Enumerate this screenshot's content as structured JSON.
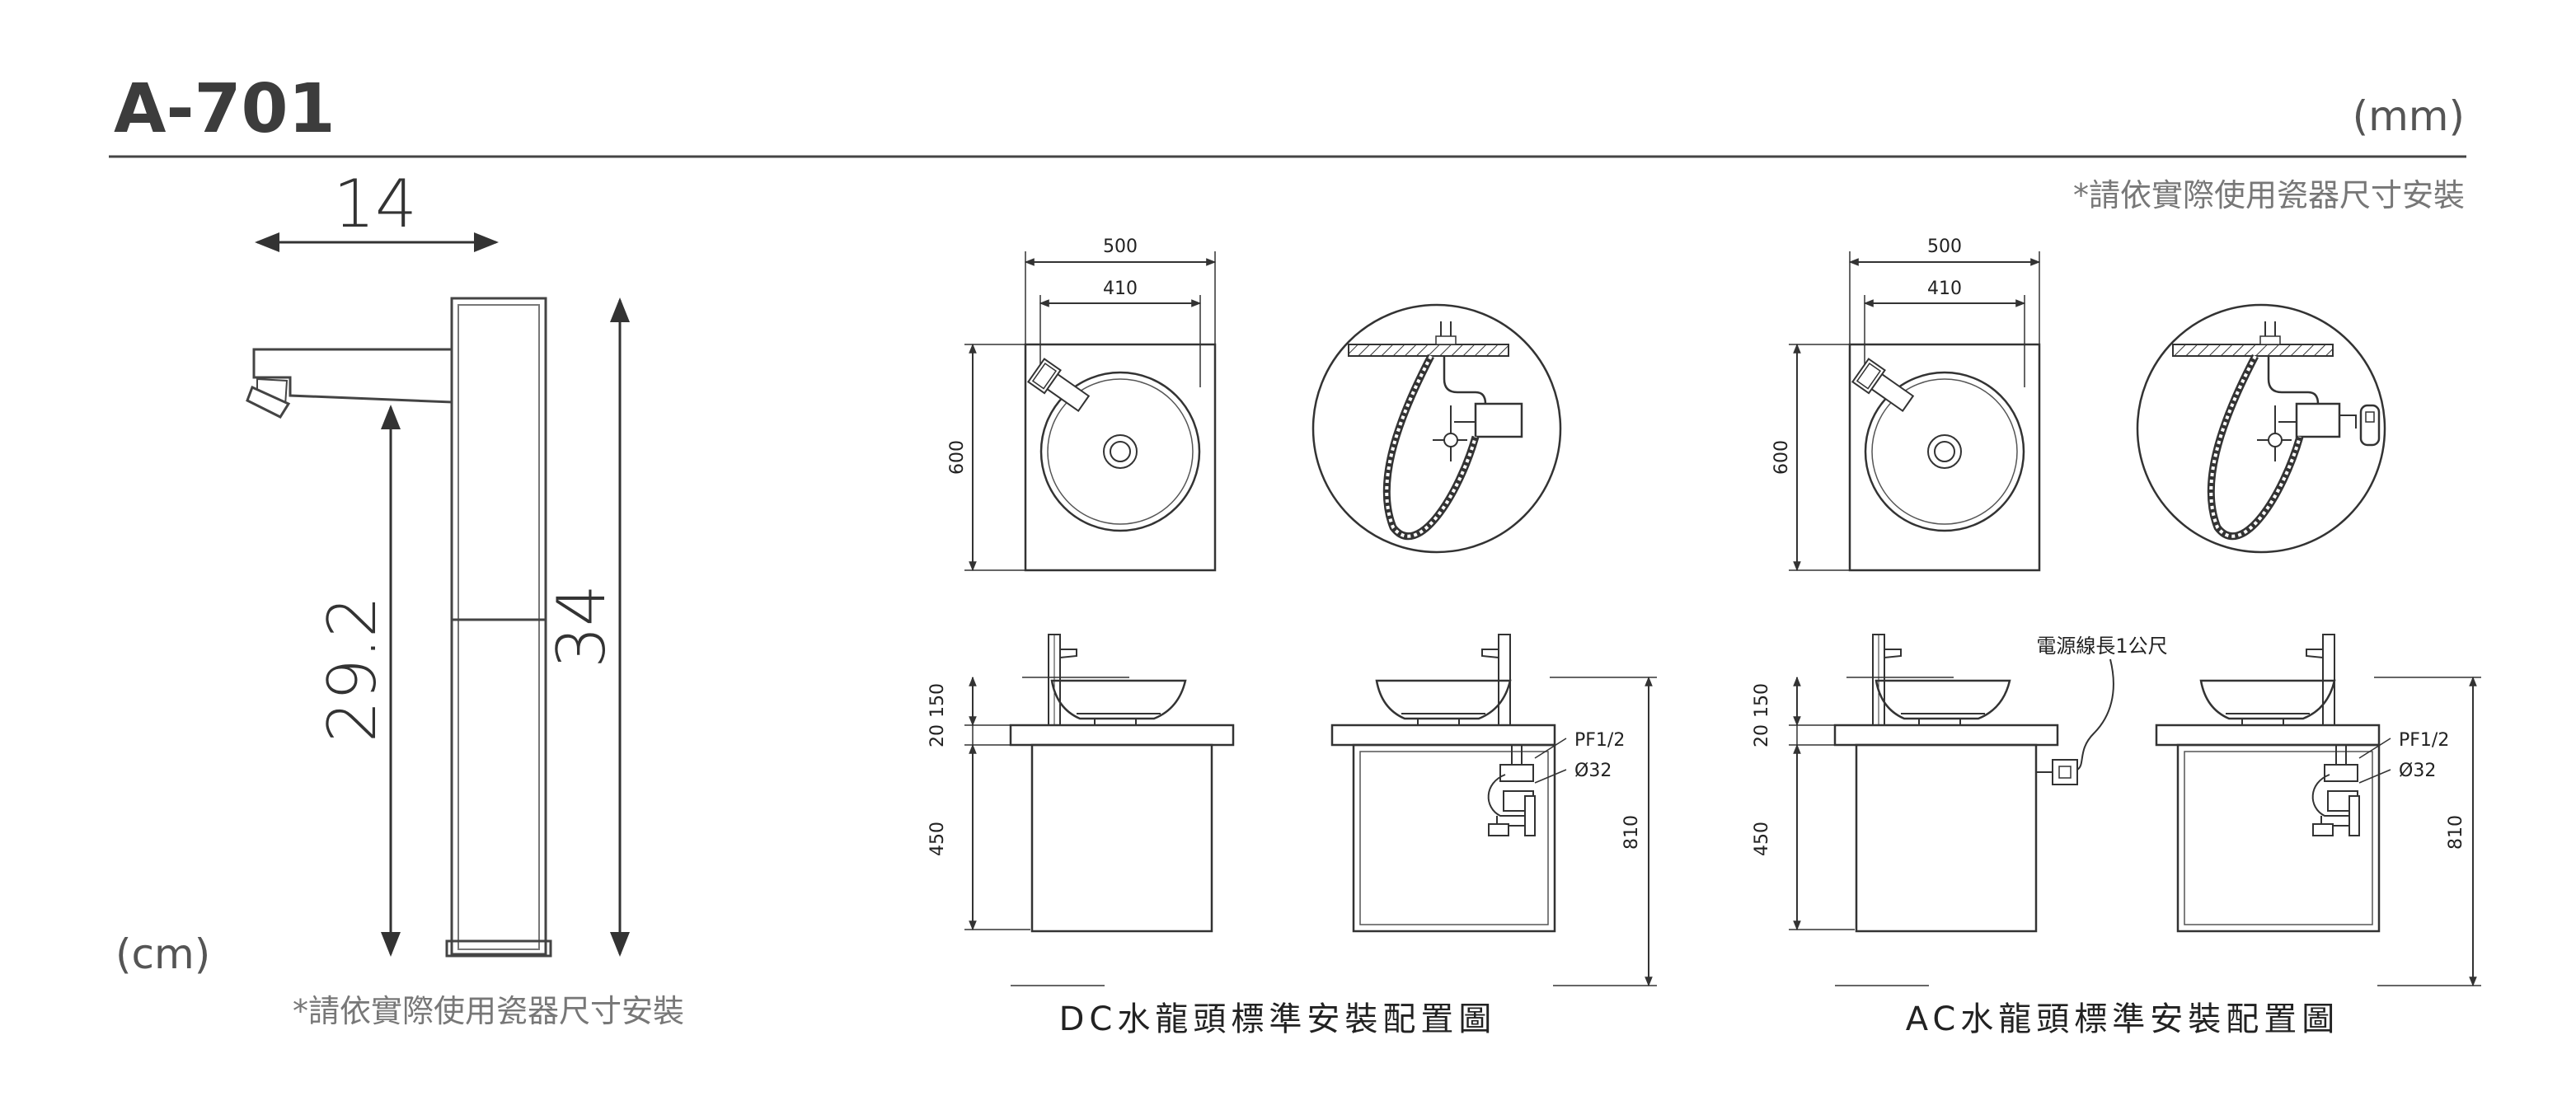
{
  "header": {
    "model": "A-701",
    "unit_mm": "(mm)",
    "note": "*請依實際使用瓷器尺寸安裝"
  },
  "faucet": {
    "dim_width": "14",
    "dim_spout_height": "29.2",
    "dim_total_height": "34",
    "unit_cm": "(cm)",
    "note": "*請依實際使用瓷器尺寸安裝"
  },
  "dc": {
    "caption": "DC水龍頭標準安裝配置圖",
    "top_width_outer": "500",
    "top_width_inner": "410",
    "top_depth": "600",
    "h_150": "150",
    "h_20": "20",
    "h_450": "450",
    "h_810": "810",
    "pf": "PF1/2",
    "dia": "Ø32"
  },
  "ac": {
    "caption": "AC水龍頭標準安裝配置圖",
    "top_width_outer": "500",
    "top_width_inner": "410",
    "top_depth": "600",
    "h_150": "150",
    "h_20": "20",
    "h_450": "450",
    "h_810": "810",
    "pf": "PF1/2",
    "dia": "Ø32",
    "cable_note": "電源線長1公尺"
  }
}
